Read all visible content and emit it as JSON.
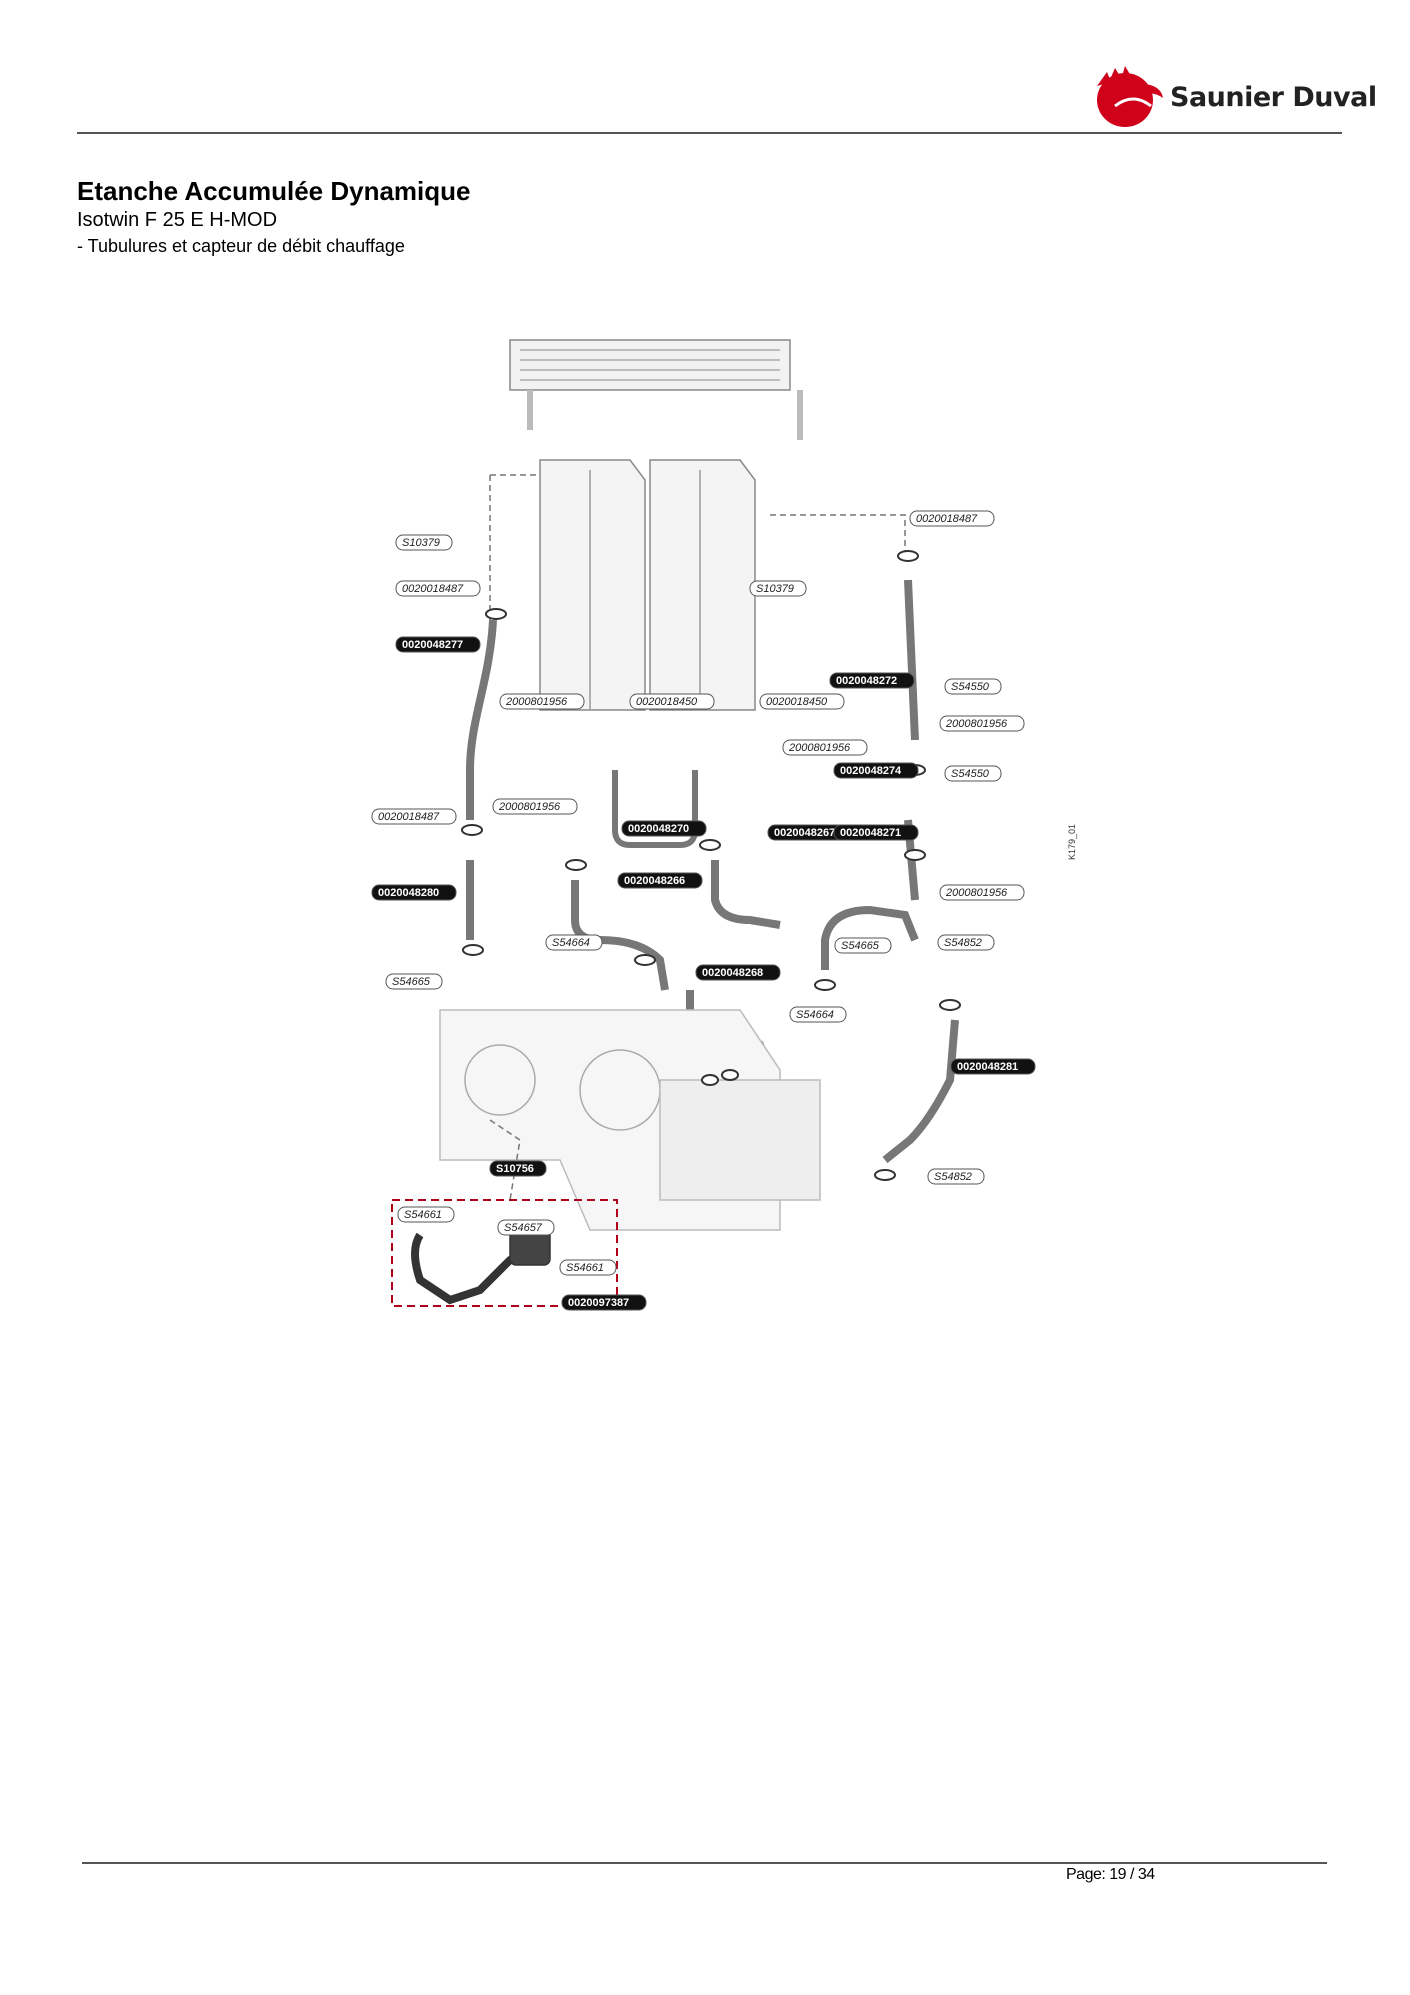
{
  "header": {
    "brand": "Saunier Duval",
    "brand_color": "#d0021b"
  },
  "document": {
    "title": "Etanche Accumulée Dynamique",
    "model": "Isotwin F 25 E H-MOD",
    "section": "- Tubulures et capteur de débit chauffage"
  },
  "diagram": {
    "ref": "K179_01",
    "labels": [
      {
        "id": "l1",
        "text": "0020018487",
        "dark": false
      },
      {
        "id": "l2",
        "text": "S10379",
        "dark": false
      },
      {
        "id": "l3",
        "text": "0020018487",
        "dark": false
      },
      {
        "id": "l4",
        "text": "S10379",
        "dark": false
      },
      {
        "id": "l5",
        "text": "0020048277",
        "dark": true
      },
      {
        "id": "l6",
        "text": "0020048272",
        "dark": true
      },
      {
        "id": "l7",
        "text": "S54550",
        "dark": false
      },
      {
        "id": "l8",
        "text": "2000801956",
        "dark": false
      },
      {
        "id": "l9",
        "text": "0020018450",
        "dark": false
      },
      {
        "id": "l10",
        "text": "0020018450",
        "dark": false
      },
      {
        "id": "l11",
        "text": "2000801956",
        "dark": false
      },
      {
        "id": "l12",
        "text": "2000801956",
        "dark": false
      },
      {
        "id": "l13",
        "text": "0020048274",
        "dark": true
      },
      {
        "id": "l14",
        "text": "S54550",
        "dark": false
      },
      {
        "id": "l15",
        "text": "0020018487",
        "dark": false
      },
      {
        "id": "l16",
        "text": "2000801956",
        "dark": false
      },
      {
        "id": "l17",
        "text": "0020048270",
        "dark": true
      },
      {
        "id": "l18",
        "text": "0020048267",
        "dark": true
      },
      {
        "id": "l19",
        "text": "0020048271",
        "dark": true
      },
      {
        "id": "l20",
        "text": "0020048280",
        "dark": true
      },
      {
        "id": "l21",
        "text": "0020048266",
        "dark": true
      },
      {
        "id": "l22",
        "text": "2000801956",
        "dark": false
      },
      {
        "id": "l23",
        "text": "S54664",
        "dark": false
      },
      {
        "id": "l24",
        "text": "S54665",
        "dark": false
      },
      {
        "id": "l25",
        "text": "S54852",
        "dark": false
      },
      {
        "id": "l26",
        "text": "S54665",
        "dark": false
      },
      {
        "id": "l27",
        "text": "0020048268",
        "dark": true
      },
      {
        "id": "l28",
        "text": "S54664",
        "dark": false
      },
      {
        "id": "l29",
        "text": "0020048281",
        "dark": true
      },
      {
        "id": "l30",
        "text": "S10756",
        "dark": true
      },
      {
        "id": "l31",
        "text": "S54852",
        "dark": false
      },
      {
        "id": "l32",
        "text": "S54661",
        "dark": false
      },
      {
        "id": "l33",
        "text": "S54657",
        "dark": false
      },
      {
        "id": "l34",
        "text": "S54661",
        "dark": false
      },
      {
        "id": "l35",
        "text": "0020097387",
        "dark": true
      }
    ]
  },
  "footer": {
    "page": "Page: 19 / 34"
  }
}
